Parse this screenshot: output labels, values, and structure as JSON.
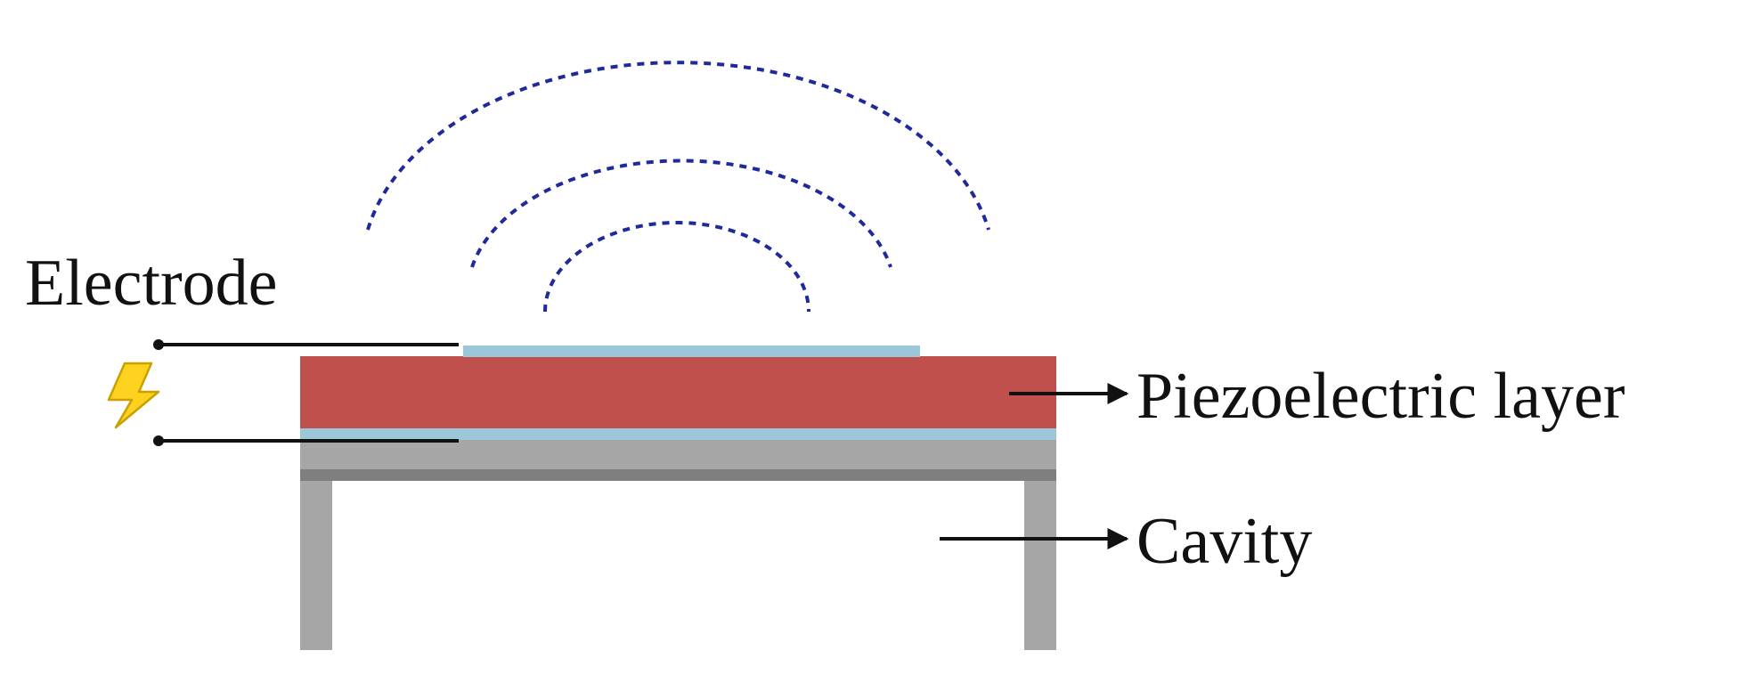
{
  "labels": {
    "electrode": "Electrode",
    "piezo": "Piezoelectric layer",
    "cavity": "Cavity"
  },
  "icons": {
    "power": "lightning-bolt-icon",
    "arrow": "arrow-right-icon"
  },
  "colors": {
    "piezo": "#c0504d",
    "electrode": "#9cc7d8",
    "substrate": "#a6a6a6",
    "substrate_edge": "#7f7f7f",
    "wave": "#1f2a9a",
    "wire": "#111111",
    "bolt_fill": "#ffd21f",
    "bolt_stroke": "#c9a000"
  }
}
